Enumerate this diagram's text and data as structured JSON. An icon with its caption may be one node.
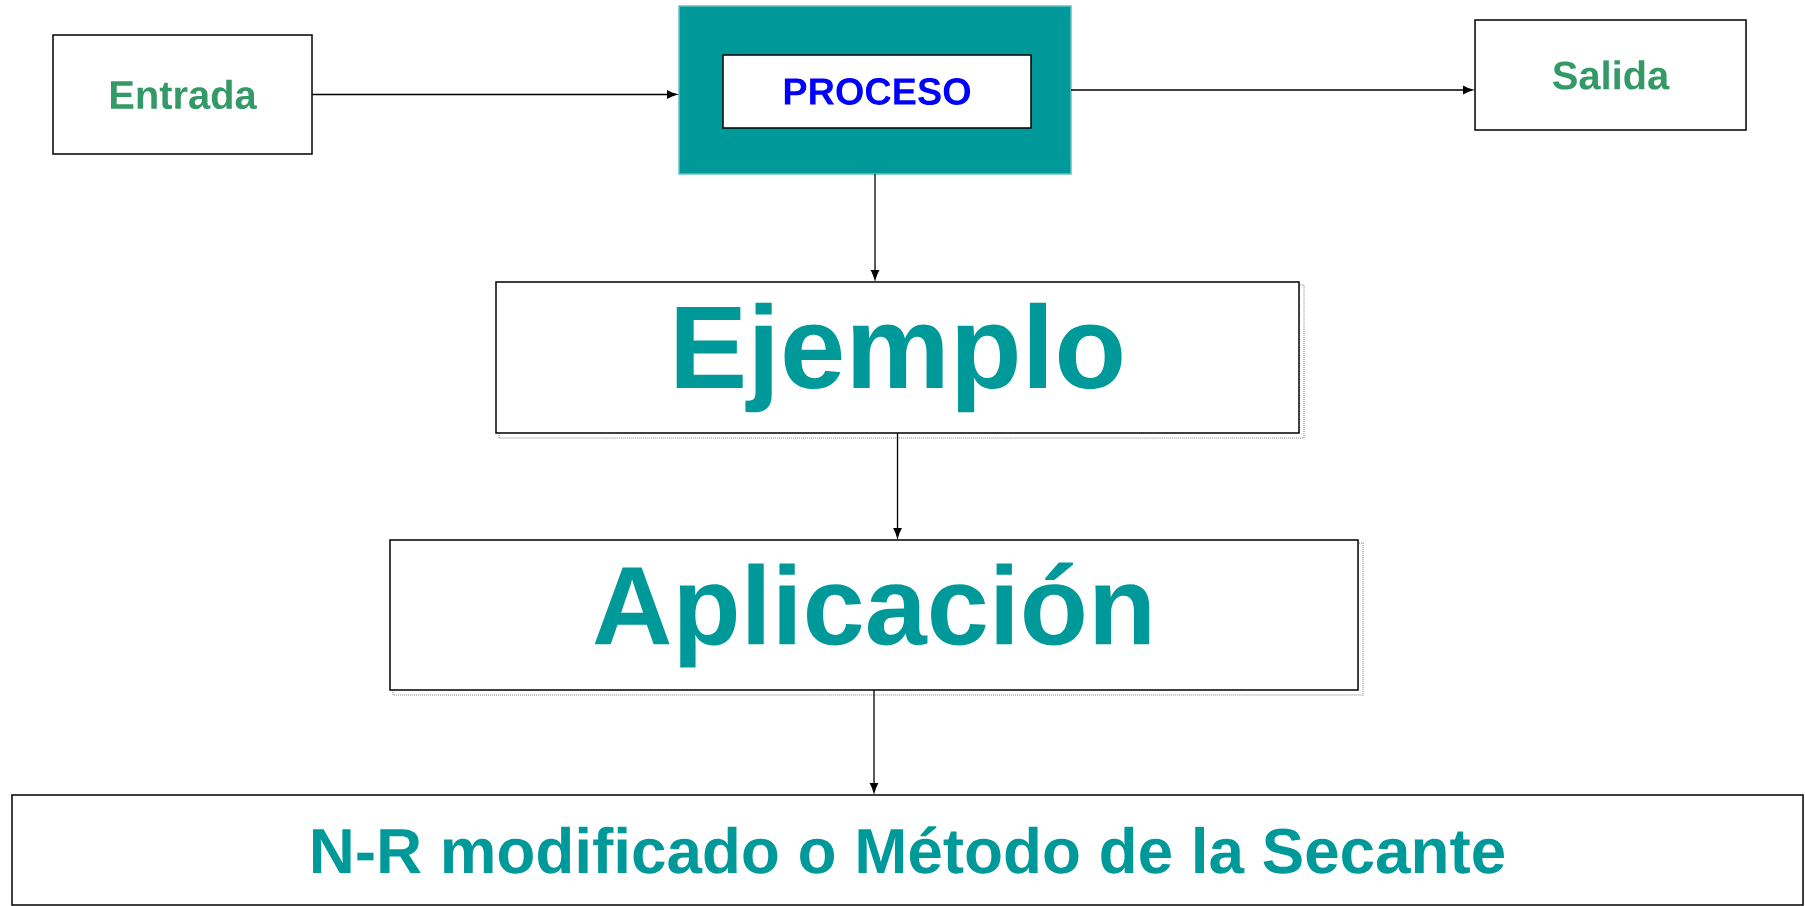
{
  "diagram": {
    "nodes": [
      {
        "text": [
          "Entrada"
        ]
      },
      {
        "text": [],
        "shape": "box"
      },
      {
        "text": [
          "PROCESO"
        ],
        "in": 1
      },
      {
        "text": [
          "Salida"
        ]
      },
      {
        "text": [
          "Ejemplo"
        ]
      },
      {
        "text": [
          "Aplicación"
        ]
      },
      {
        "text": [
          "N-R modificado o Método de la Secante"
        ]
      }
    ],
    "edges": [
      {
        "from": 0,
        "to": 1,
        "arrow": "to"
      },
      {
        "from": 1,
        "to": 3,
        "arrow": "to"
      },
      {
        "from": 1,
        "to": 4,
        "arrow": "to"
      },
      {
        "from": 4,
        "to": 5,
        "arrow": "to"
      },
      {
        "from": 5,
        "to": 6,
        "arrow": "to"
      }
    ]
  }
}
